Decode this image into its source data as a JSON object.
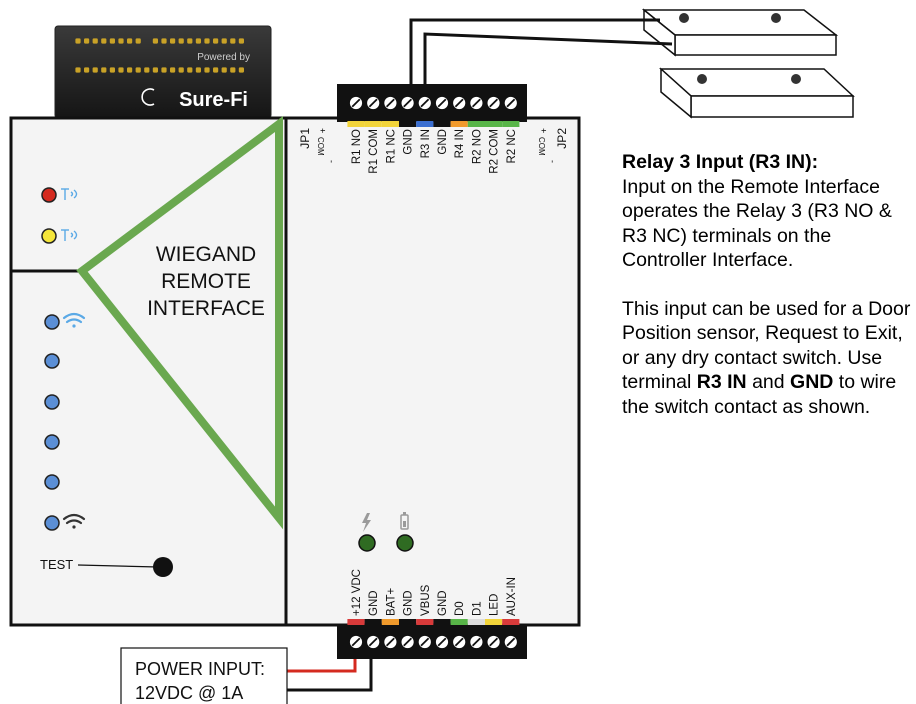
{
  "module": {
    "powered_by": "Powered by",
    "brand": "Sure-Fi",
    "title_lines": [
      "WIEGAND",
      "REMOTE",
      "INTERFACE"
    ],
    "test_label": "TEST",
    "top_terminals": [
      "R1 NO",
      "R1 COM",
      "R1 NC",
      "GND",
      "R3 IN",
      "GND",
      "R4 IN",
      "R2 NO",
      "R2 COM",
      "R2 NC"
    ],
    "top_wire_colors": [
      "#f2d43a",
      "#f2d43a",
      "#f2d43a",
      "#111111",
      "#3b6fd1",
      "#111111",
      "#f09a2c",
      "#58b548",
      "#58b548",
      "#58b548"
    ],
    "bottom_terminals": [
      "+12 VDC",
      "GND",
      "BAT+",
      "GND",
      "VBUS",
      "GND",
      "D0",
      "D1",
      "LED",
      "AUX-IN"
    ],
    "bottom_wire_colors": [
      "#d83a3a",
      "#111111",
      "#f09a2c",
      "#111111",
      "#d83a3a",
      "#111111",
      "#58b548",
      "#dddddd",
      "#f2d43a",
      "#d83a3a"
    ],
    "jp1": {
      "label": "JP1",
      "plus": "+",
      "com": "COM",
      "minus": "-"
    },
    "jp2": {
      "label": "JP2",
      "plus": "+",
      "com": "COM",
      "minus": "-"
    }
  },
  "power_box": {
    "line1": "POWER INPUT:",
    "line2": "12VDC @ 1A"
  },
  "info": {
    "heading": "Relay 3 Input (R3 IN):",
    "paragraph1": "Input on the Remote Interface operates the Relay 3 (R3 NO & R3 NC) terminals on the Controller Interface.",
    "p2_part1": "This input can be used for a Door Position sensor, Request to Exit, or any dry contact switch. Use terminal",
    "p2_bold1": "R3 IN",
    "p2_and": "and",
    "p2_bold2": "GND",
    "p2_part2": "to wire the switch contact as shown."
  },
  "colors": {
    "led_red": "#d42a1f",
    "led_yellow": "#f5e63a",
    "led_blue": "#5b8fd6",
    "signal_blue": "#5aa9e6",
    "triangle_green": "#6aa84f",
    "indicator_green": "#2f6b22",
    "module_fill": "#f4f4f4"
  },
  "icons": {
    "status_led_1": "red-led",
    "status_led_2": "yellow-led",
    "wifi_top": "wifi-icon",
    "wifi_bottom": "wifi-icon",
    "power_indicator": "lightning-icon",
    "battery_indicator": "battery-icon"
  }
}
